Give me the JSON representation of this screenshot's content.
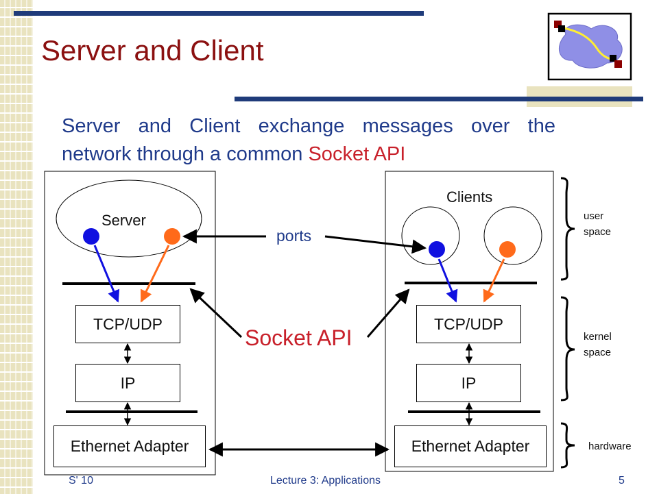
{
  "title": "Server and Client",
  "subtitle": {
    "before": "Server and Client exchange messages over the network through a common ",
    "accent": "Socket API"
  },
  "server_side": {
    "process_label": "Server",
    "transport_label": "TCP/UDP",
    "network_label": "IP",
    "link_label": "Ethernet Adapter"
  },
  "client_side": {
    "process_label": "Clients",
    "transport_label": "TCP/UDP",
    "network_label": "IP",
    "link_label": "Ethernet Adapter"
  },
  "annotations": {
    "ports": "ports",
    "socket_api": "Socket API"
  },
  "layers": {
    "user_space": "user space",
    "kernel_space": "kernel space",
    "hardware": "hardware"
  },
  "footer": {
    "left": "S' 10",
    "center": "Lecture 3: Applications",
    "page": "5"
  },
  "colors": {
    "title": "#8b1010",
    "body_text": "#1f3a8a",
    "accent": "#c8202a",
    "port_blue": "#1010e0",
    "port_orange": "#ff6a1a",
    "top_bar": "#1f3b7a"
  }
}
